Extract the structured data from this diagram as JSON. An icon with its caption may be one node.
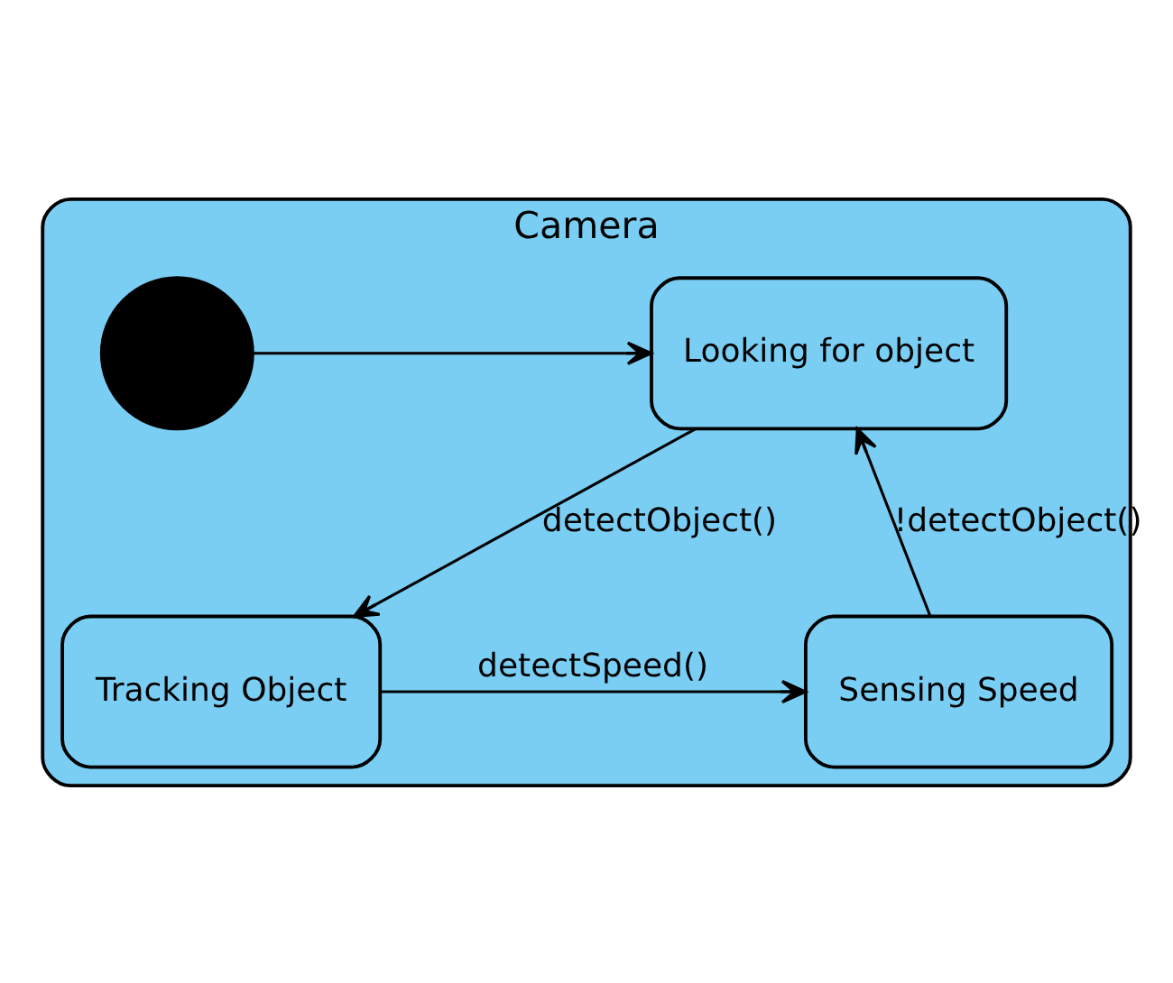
{
  "diagram": {
    "nodes": [
      {
        "text": [
          "Camera"
        ]
      },
      {
        "text": [],
        "shape": "circle",
        "in": 0
      },
      {
        "text": [
          "Looking for object"
        ],
        "in": 0
      },
      {
        "text": [
          "Tracking Object"
        ],
        "in": 0
      },
      {
        "text": [
          "Sensing Speed"
        ],
        "in": 0
      }
    ],
    "edges": [
      {
        "from": 1,
        "to": 2,
        "arrow": "to"
      },
      {
        "from": 2,
        "to": 3,
        "arrow": "to",
        "label": "detectObject()"
      },
      {
        "from": 3,
        "to": 4,
        "arrow": "to",
        "label": "detectSpeed()"
      },
      {
        "from": 4,
        "to": 2,
        "arrow": "to",
        "label": "!detectObject()"
      }
    ]
  }
}
